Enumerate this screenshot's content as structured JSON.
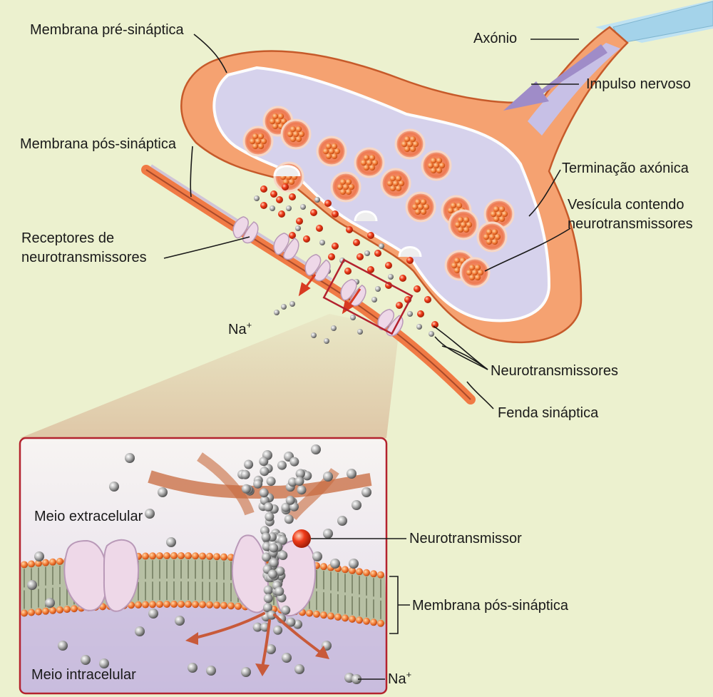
{
  "labels": {
    "membrana_pre_sinaptica": "Membrana pré-sináptica",
    "axonio": "Axónio",
    "impulso_nervoso": "Impulso nervoso",
    "membrana_pos_sinaptica": "Membrana pós-sináptica",
    "terminacao_axonica": "Terminação axónica",
    "vesicula_line1": "Vesícula contendo",
    "vesicula_line2": "neurotransmissores",
    "receptores_line1": "Receptores de",
    "receptores_line2": "neurotransmissores",
    "na_top": "Na",
    "na_top_sup": "+",
    "neurotransmissores": "Neurotransmissores",
    "fenda_sinaptica": "Fenda sináptica",
    "meio_extracelular": "Meio extracelular",
    "neurotransmissor": "Neurotransmissor",
    "membrana_pos_sinaptica_inset": "Membrana pós-sináptica",
    "meio_intracelular": "Meio intracelular",
    "na_bottom": "Na",
    "na_bottom_sup": "+"
  },
  "colors": {
    "background": "#ecf1cf",
    "terminal_membrane": "#f07a45",
    "terminal_outer": "#f6b58c",
    "cytoplasm": "#d6d2ec",
    "vesicle": "#ee6b4a",
    "neurotransmitter": "#e23a1a",
    "sodium_ion": "#9a9a9a",
    "inset_border": "#b3222e",
    "receptor": "#eed8e8"
  }
}
